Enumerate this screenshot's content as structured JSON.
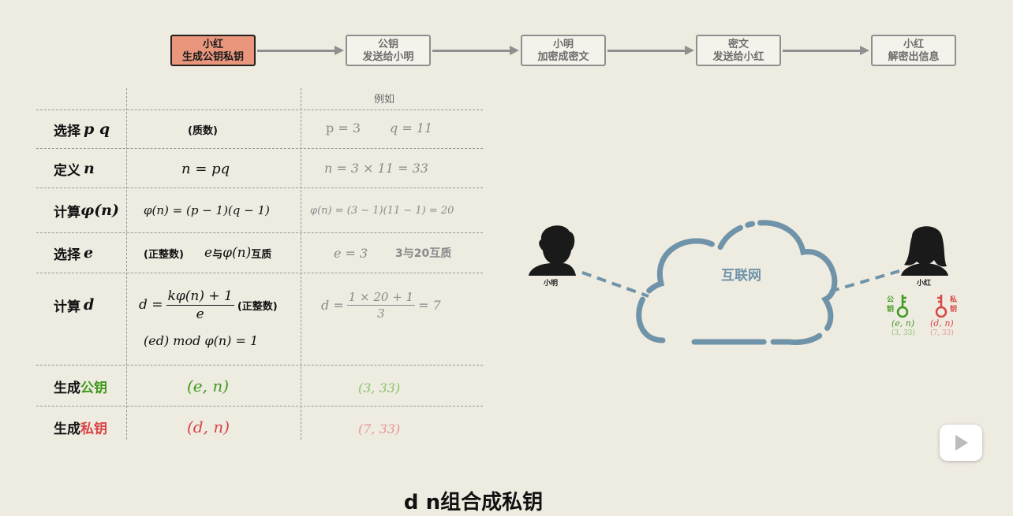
{
  "flow": {
    "steps": [
      {
        "line1": "小红",
        "line2": "生成公钥私钥",
        "active": true
      },
      {
        "line1": "公钥",
        "line2": "发送给小明",
        "active": false
      },
      {
        "line1": "小明",
        "line2": "加密成密文",
        "active": false
      },
      {
        "line1": "密文",
        "line2": "发送给小红",
        "active": false
      },
      {
        "line1": "小红",
        "line2": "解密出信息",
        "active": false
      }
    ]
  },
  "table": {
    "example_header": "例如",
    "rows": {
      "choose_pq": {
        "label": "选择",
        "var": "p q",
        "mid": "(质数)",
        "ex_p": "p = 3",
        "ex_q": "q = 11"
      },
      "define_n": {
        "label": "定义",
        "var": "n",
        "mid": "n = pq",
        "ex": "n = 3 × 11 = 33"
      },
      "calc_phi": {
        "label": "计算",
        "var": "φ(n)",
        "mid": "φ(n) = (p − 1)(q − 1)",
        "ex": "φ(n) = (3 − 1)(11 − 1) = 20"
      },
      "choose_e": {
        "label": "选择",
        "var": "e",
        "mid_note": "(正整数)",
        "mid_expr_pre": "e",
        "mid_expr_cjk1": "与",
        "mid_expr_var": "φ(n)",
        "mid_expr_cjk2": "互质",
        "ex_e": "e = 3",
        "ex_note": "3与20互质"
      },
      "calc_d": {
        "label": "计算",
        "var": "d",
        "d_lhs": "d =",
        "num": "kφ(n) + 1",
        "den": "e",
        "note": "(正整数)",
        "mod": "(ed) mod φ(n) = 1",
        "ex_lhs": "d =",
        "ex_num": "1 × 20 + 1",
        "ex_den": "3",
        "ex_rhs": "= 7"
      },
      "gen_pub": {
        "label": "生成",
        "color_word": "公钥",
        "mid": "(e, n)",
        "ex": "(3, 33)"
      },
      "gen_priv": {
        "label": "生成",
        "color_word": "私钥",
        "mid": "(d, n)",
        "ex": "(7, 33)"
      }
    }
  },
  "network": {
    "cloud_label": "互联网",
    "xiaoming": "小明",
    "xiaohong": "小红",
    "pub_key": {
      "label": "公钥",
      "pair": "(e, n)",
      "values": "(3, 33)"
    },
    "priv_key": {
      "label": "私钥",
      "pair": "(d, n)",
      "values": "(7, 33)"
    }
  },
  "caption": "d n组合成私钥",
  "colors": {
    "active_step": "#e9967d",
    "public": "#3f9a1c",
    "private": "#d94545",
    "cloud": "#6f93a9",
    "line": "#8f8f8f"
  }
}
